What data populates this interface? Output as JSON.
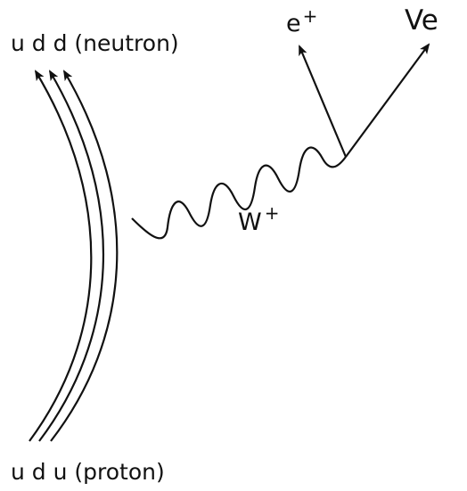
{
  "diagram": {
    "top_label": "u d d (neutron)",
    "bottom_label": "u d u (proton)",
    "boson_label": "W",
    "boson_charge": "+",
    "positron_label": "e",
    "positron_charge": "+",
    "neutrino_label": "Ve",
    "line_color": "#111111"
  }
}
